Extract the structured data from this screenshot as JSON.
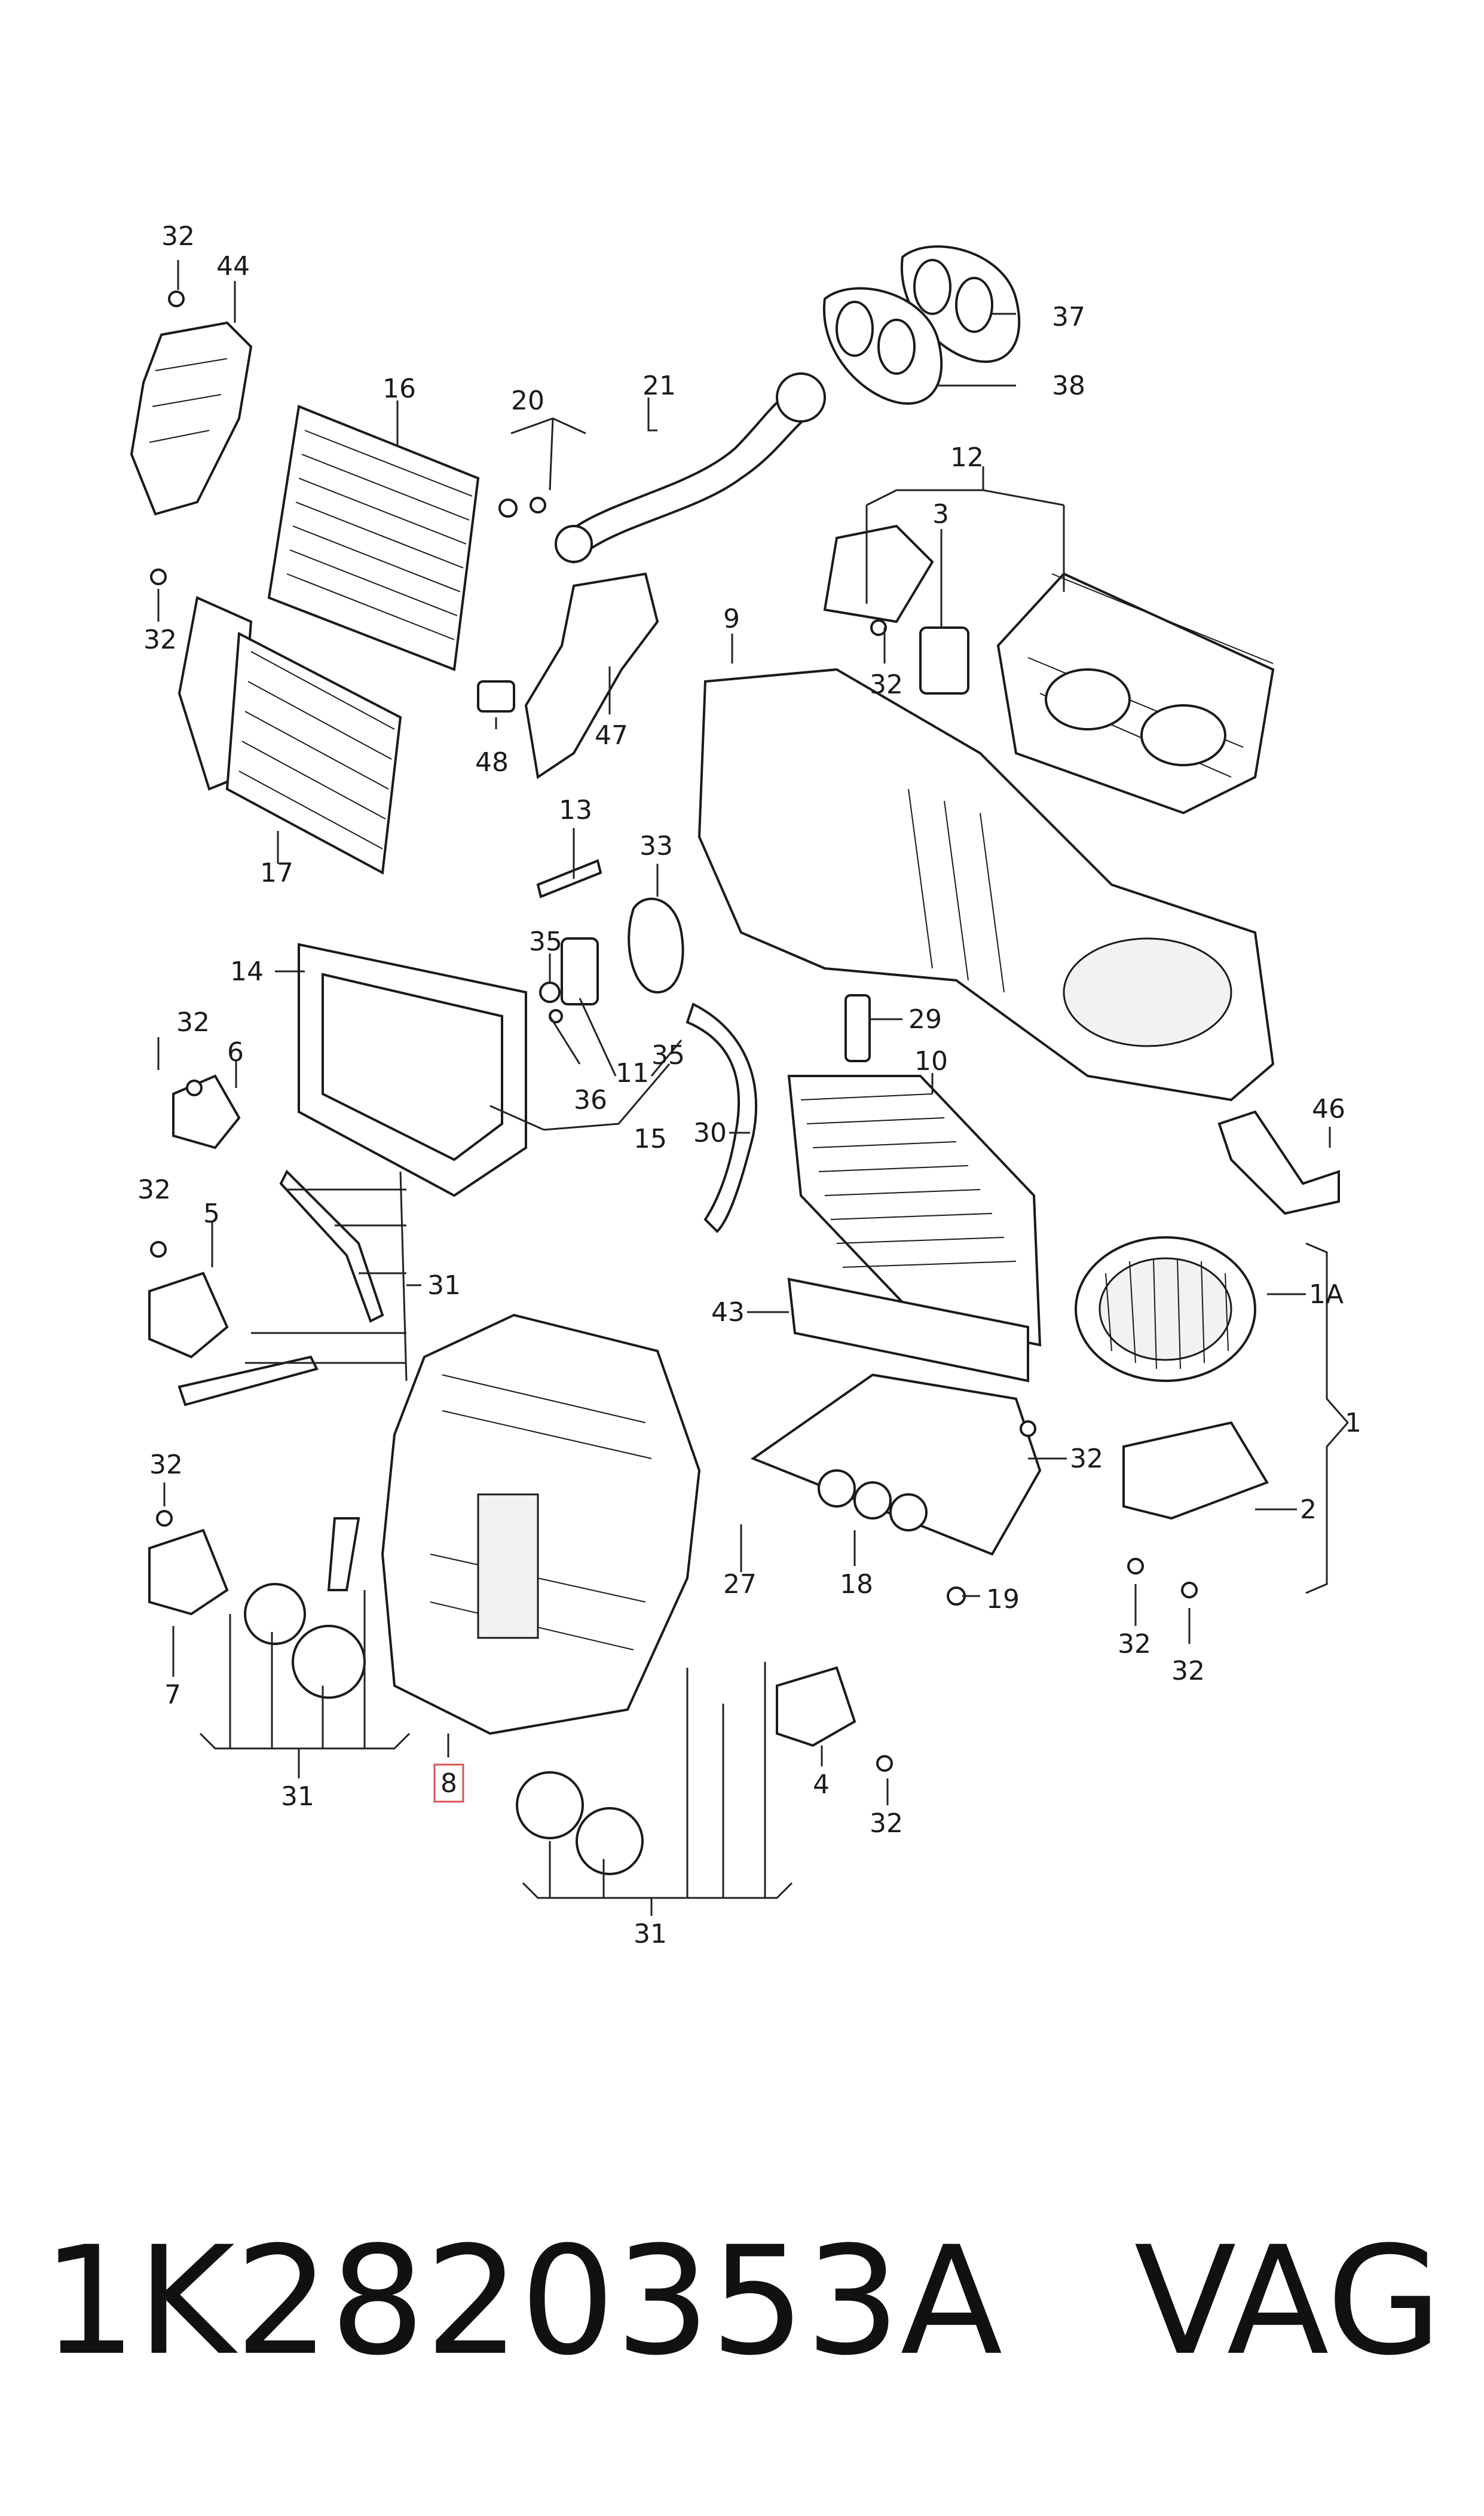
{
  "diagram": {
    "callouts": {
      "c1": "1",
      "c1A": "1A",
      "c2": "2",
      "c3": "3",
      "c4": "4",
      "c5": "5",
      "c6": "6",
      "c7": "7",
      "c8": "8",
      "c9": "9",
      "c10": "10",
      "c11": "11",
      "c12": "12",
      "c13": "13",
      "c14": "14",
      "c15": "15",
      "c16": "16",
      "c17": "17",
      "c18": "18",
      "c19": "19",
      "c20": "20",
      "c21": "21",
      "c27": "27",
      "c29": "29",
      "c30": "30",
      "c31": "31",
      "c32": "32",
      "c33": "33",
      "c35": "35",
      "c36": "36",
      "c37": "37",
      "c38": "38",
      "c43": "43",
      "c44": "44",
      "c46": "46",
      "c47": "47",
      "c48": "48"
    },
    "highlight_color": "#d9534f"
  },
  "footer": {
    "part_number": "1K2820353A",
    "brand": "VAG"
  }
}
